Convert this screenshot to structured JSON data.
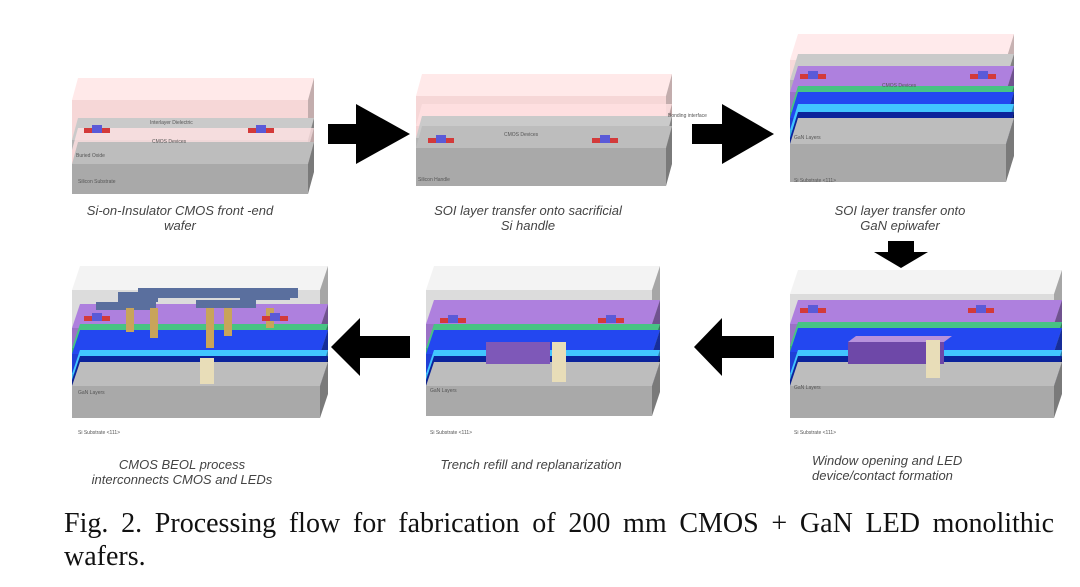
{
  "steps": [
    {
      "caption_line1": "Si-on-Insulator CMOS front -end",
      "caption_line2": "wafer",
      "labels": [
        "Interlayer Dielectric",
        "CMOS Devices",
        "Buried Oxide",
        "Silicon Substrate"
      ]
    },
    {
      "caption_line1": "SOI layer transfer onto sacrificial",
      "caption_line2": "Si handle",
      "labels": [
        "Bonding interface",
        "CMOS Devices",
        "Silicon Handle"
      ]
    },
    {
      "caption_line1": "SOI layer transfer onto",
      "caption_line2": "GaN epiwafer",
      "labels": [
        "CMOS Devices",
        "GaN Layers",
        "Si Substrate <111>"
      ]
    },
    {
      "caption_line1": "Window opening and LED",
      "caption_line2": "device/contact formation",
      "labels": [
        "GaN Layers",
        "Si Substrate <111>"
      ]
    },
    {
      "caption_line1": "Trench refill and  replanarization",
      "caption_line2": "",
      "labels": [
        "GaN Layers",
        "Si Substrate <111>"
      ]
    },
    {
      "caption_line1": "CMOS BEOL process",
      "caption_line2": "interconnects CMOS and LEDs",
      "labels": [
        "GaN Layers",
        "Si Substrate <111>"
      ]
    }
  ],
  "figure_caption": "Fig. 2. Processing flow for fabrication of 200 mm CMOS + GaN LED monolithic wafers."
}
